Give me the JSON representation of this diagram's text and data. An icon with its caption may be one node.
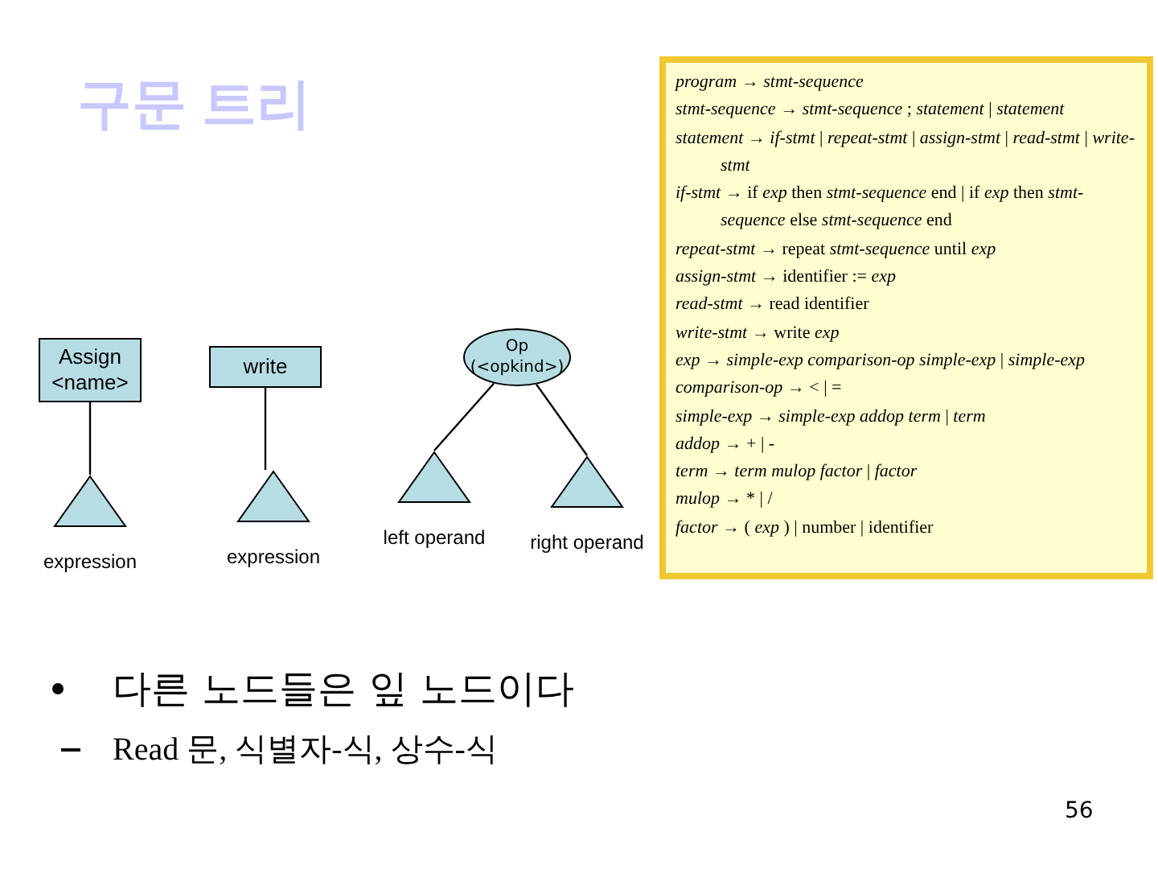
{
  "diagram": {
    "title": "구문 트리",
    "nodes": [
      {
        "text": [
          "Assign <name>"
        ]
      },
      {
        "text": [],
        "shape": "triangle",
        "beside": [
          "expression"
        ]
      },
      {
        "text": [
          "write"
        ]
      },
      {
        "text": [],
        "shape": "triangle",
        "beside": [
          "expression"
        ]
      },
      {
        "text": [
          "Op (<opkind>)"
        ]
      },
      {
        "text": [],
        "shape": "triangle",
        "beside": [
          "left operand"
        ]
      },
      {
        "text": [],
        "shape": "triangle",
        "beside": [
          "right operand"
        ]
      },
      {
        "text": [
          "*program* → *stmt-sequence*",
          "*stmt-sequence* → *stmt-sequence* ; *statement* | *statement*",
          "*statement* → *if-stmt* | *repeat-stmt* | *assign-stmt* | *read-stmt* | *write-stmt*",
          "*if-stmt* → if *exp* then *stmt-sequence* end | if *exp* then *stmt-sequence* else *stmt-sequence* end",
          "*repeat-stmt* → repeat *stmt-sequence* until *exp*",
          "*assign-stmt* → identifier := *exp*",
          "*read-stmt* → read identifier",
          "*write-stmt* → write *exp*",
          "*exp* → *simple-exp comparison-op simple-exp* | *simple-exp*",
          "*comparison-op* → < | =",
          "*simple-exp* → *simple-exp addop term* | *term*",
          "*addop* → + | -",
          "*term* → *term mulop factor* | *factor*",
          "*mulop* → * | /",
          "*factor* → ( *exp* ) | number | identifier"
        ]
      }
    ],
    "edges": [
      {
        "from": 0,
        "to": 1,
        "arrow": "none"
      },
      {
        "from": 2,
        "to": 3,
        "arrow": "none"
      },
      {
        "from": 4,
        "to": 5,
        "arrow": "none"
      },
      {
        "from": 4,
        "to": 6,
        "arrow": "none"
      }
    ],
    "labels": [
      "다른 노드들은 잎 노드이다",
      "Read 문, 식별자-식, 상수-식",
      "56"
    ]
  }
}
